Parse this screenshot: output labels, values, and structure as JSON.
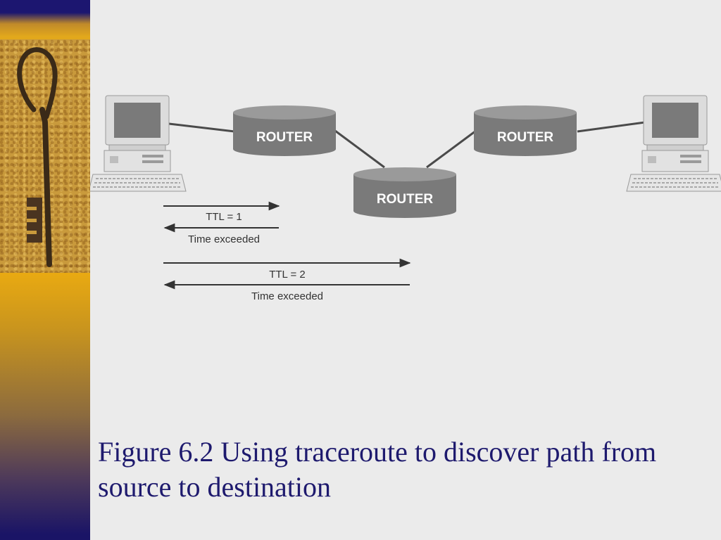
{
  "diagram": {
    "routers": [
      {
        "label": "ROUTER"
      },
      {
        "label": "ROUTER"
      },
      {
        "label": "ROUTER"
      }
    ],
    "exchanges": [
      {
        "request": "TTL = 1",
        "reply": "Time exceeded"
      },
      {
        "request": "TTL = 2",
        "reply": "Time exceeded"
      }
    ]
  },
  "caption": {
    "text": "Figure 6.2  Using traceroute to discover path from source to destination"
  },
  "colors": {
    "caption": "#1e1a6e",
    "router": "#7a7a7a",
    "sidebar_top": "#1c1670",
    "sidebar_gold": "#e8a912"
  }
}
